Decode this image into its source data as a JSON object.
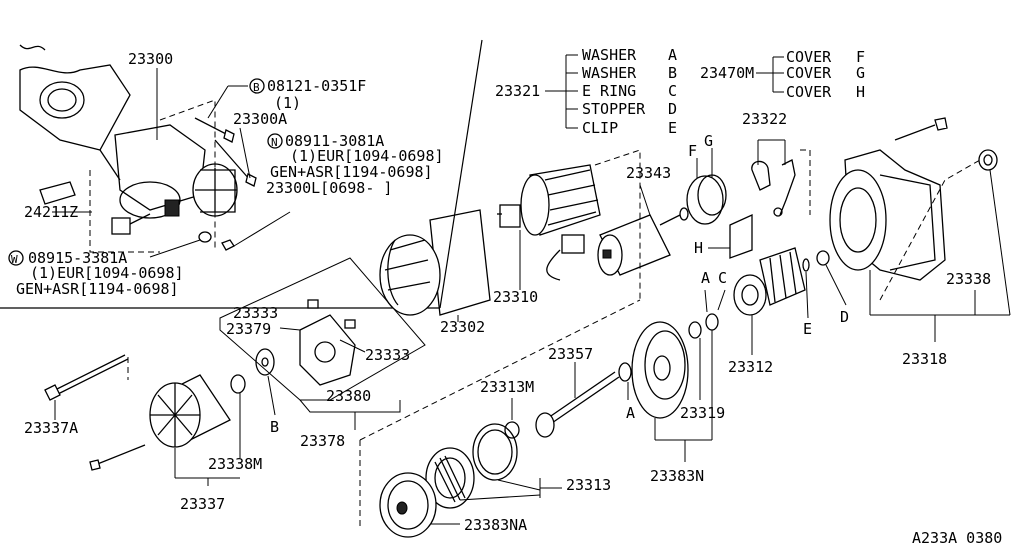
{
  "diagram_id": "A233A 0380",
  "parts": {
    "starter_assembly": "23300",
    "bolt_b": "08121-0351F",
    "bolt_b_qty": "(1)",
    "bolt_assy": "23300A",
    "nut_n": "08911-3081A",
    "nut_n_eur": "(1)EUR[1094-0698]",
    "nut_n_gen": "GEN+ASR[1194-0698]",
    "starter_l": "23300L[0698-    ]",
    "cover_24211z": "24211Z",
    "washer_w": "08915-3381A",
    "washer_w_eur": "(1)EUR[1094-0698]",
    "washer_w_gen": "GEN+ASR[1194-0698]",
    "kit_23321": "23321",
    "kit_23470m": "23470M",
    "retainer_23322": "23322",
    "armature_23343": "23343",
    "yoke_23310": "23310",
    "yoke_23302": "23302",
    "brush_23333a": "23333",
    "brush_23379": "23379",
    "brush_23333b": "23333",
    "plate_23380": "23380",
    "holder_23378": "23378",
    "bolt_23337a": "23337A",
    "cover_23338m": "23338M",
    "cover_23337": "23337",
    "shaft_23357": "23357",
    "gear_23313m": "23313M",
    "clutch_23313": "23313",
    "housing_23383na": "23383NA",
    "housing_23383n": "23383N",
    "washer_23319": "23319",
    "gear_23312": "23312",
    "housing_23318": "23318",
    "bush_23338": "23338"
  },
  "callouts": {
    "b": "B",
    "n": "N",
    "w": "W",
    "f": "F",
    "g": "G",
    "h": "H",
    "a1": "A",
    "c1": "C",
    "e1": "E",
    "d1": "D",
    "a2": "A",
    "b2": "B"
  },
  "kit_23321_items": [
    {
      "name": "WASHER",
      "code": "A"
    },
    {
      "name": "WASHER",
      "code": "B"
    },
    {
      "name": "E RING",
      "code": "C"
    },
    {
      "name": "STOPPER",
      "code": "D"
    },
    {
      "name": "CLIP",
      "code": "E"
    }
  ],
  "kit_23470m_items": [
    {
      "name": "COVER",
      "code": "F"
    },
    {
      "name": "COVER",
      "code": "G"
    },
    {
      "name": "COVER",
      "code": "H"
    }
  ]
}
